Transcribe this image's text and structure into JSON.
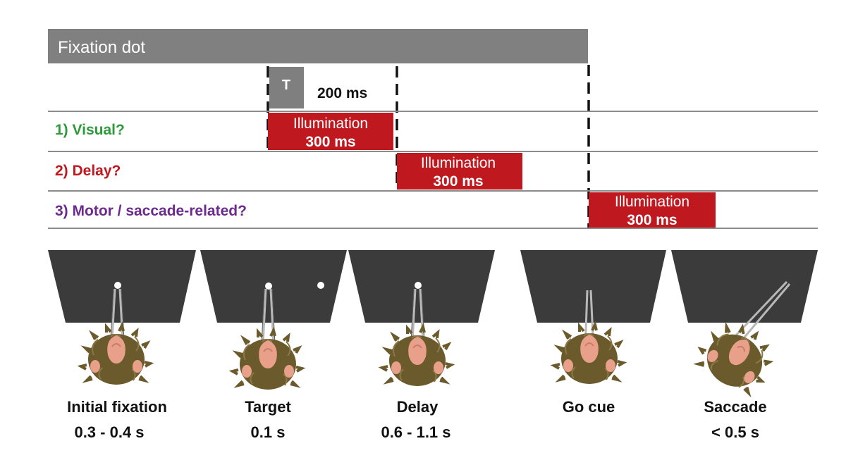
{
  "colors": {
    "fixation_bar": "#808080",
    "target_box": "#7f7f7f",
    "illumination": "#c0181f",
    "rule": "#8c8c8c",
    "visual": "#2e9a3b",
    "delay": "#c0181f",
    "motor": "#6a2a8e",
    "screen": "#3b3b3b",
    "head_fur": "#6b5a2c",
    "skin": "#e8a08a",
    "gaze": "#b8b8b8",
    "dot": "#ffffff"
  },
  "fixation": {
    "label": "Fixation dot"
  },
  "target": {
    "letter": "T",
    "duration": "200 ms"
  },
  "rows": {
    "visual": {
      "label": "1) Visual?"
    },
    "delay": {
      "label": "2) Delay?"
    },
    "motor": {
      "label": "3) Motor / saccade-related?"
    }
  },
  "illumination": {
    "word": "Illumination",
    "duration": "300 ms"
  },
  "epochs": [
    {
      "name": "Initial fixation",
      "duration": "0.3 - 0.4 s",
      "icon": "monkey-head-top-view"
    },
    {
      "name": "Target",
      "duration": "0.1 s",
      "icon": "monkey-head-top-view"
    },
    {
      "name": "Delay",
      "duration": "0.6 - 1.1 s",
      "icon": "monkey-head-top-view"
    },
    {
      "name": "Go cue",
      "duration": "",
      "icon": "monkey-head-top-view"
    },
    {
      "name": "Saccade",
      "duration": "< 0.5 s",
      "icon": "monkey-head-top-view"
    }
  ]
}
